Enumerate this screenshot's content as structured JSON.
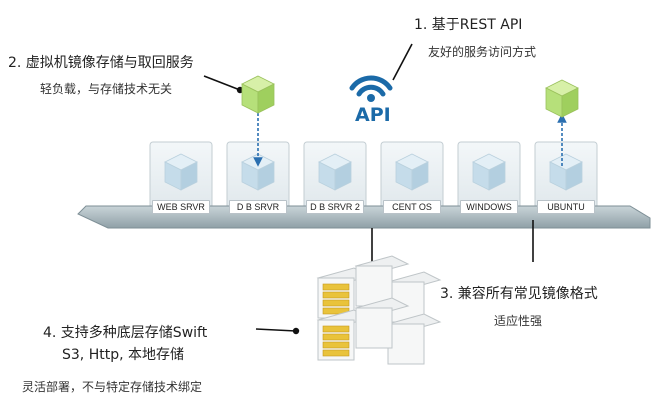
{
  "api": {
    "heading": "1. 基于REST API",
    "subtitle": "友好的服务访问方式",
    "logo_text": "API"
  },
  "vm_storage": {
    "heading": "2. 虚拟机镜像存储与取回服务",
    "subtitle": "轻负载，与存储技术无关"
  },
  "image_compat": {
    "heading": "3. 兼容所有常见镜像格式",
    "subtitle": "适应性强"
  },
  "backend": {
    "heading_line1": "4. 支持多种底层存储Swift",
    "heading_line2": "S3, Http, 本地存储",
    "subtitle": "灵活部署，不与特定存储技术绑定"
  },
  "servers": [
    {
      "label": "WEB SRVR"
    },
    {
      "label": "D B SRVR"
    },
    {
      "label": "D B SRVR 2"
    },
    {
      "label": "CENT OS"
    },
    {
      "label": "WINDOWS"
    },
    {
      "label": "UBUNTU"
    }
  ],
  "colors": {
    "accent_blue": "#1b6aa8",
    "cube_green": "#b6e07a",
    "cube_blue": "#c5dcea",
    "bar_gray": "#a9b8be",
    "storage_gold": "#e9c33b"
  }
}
